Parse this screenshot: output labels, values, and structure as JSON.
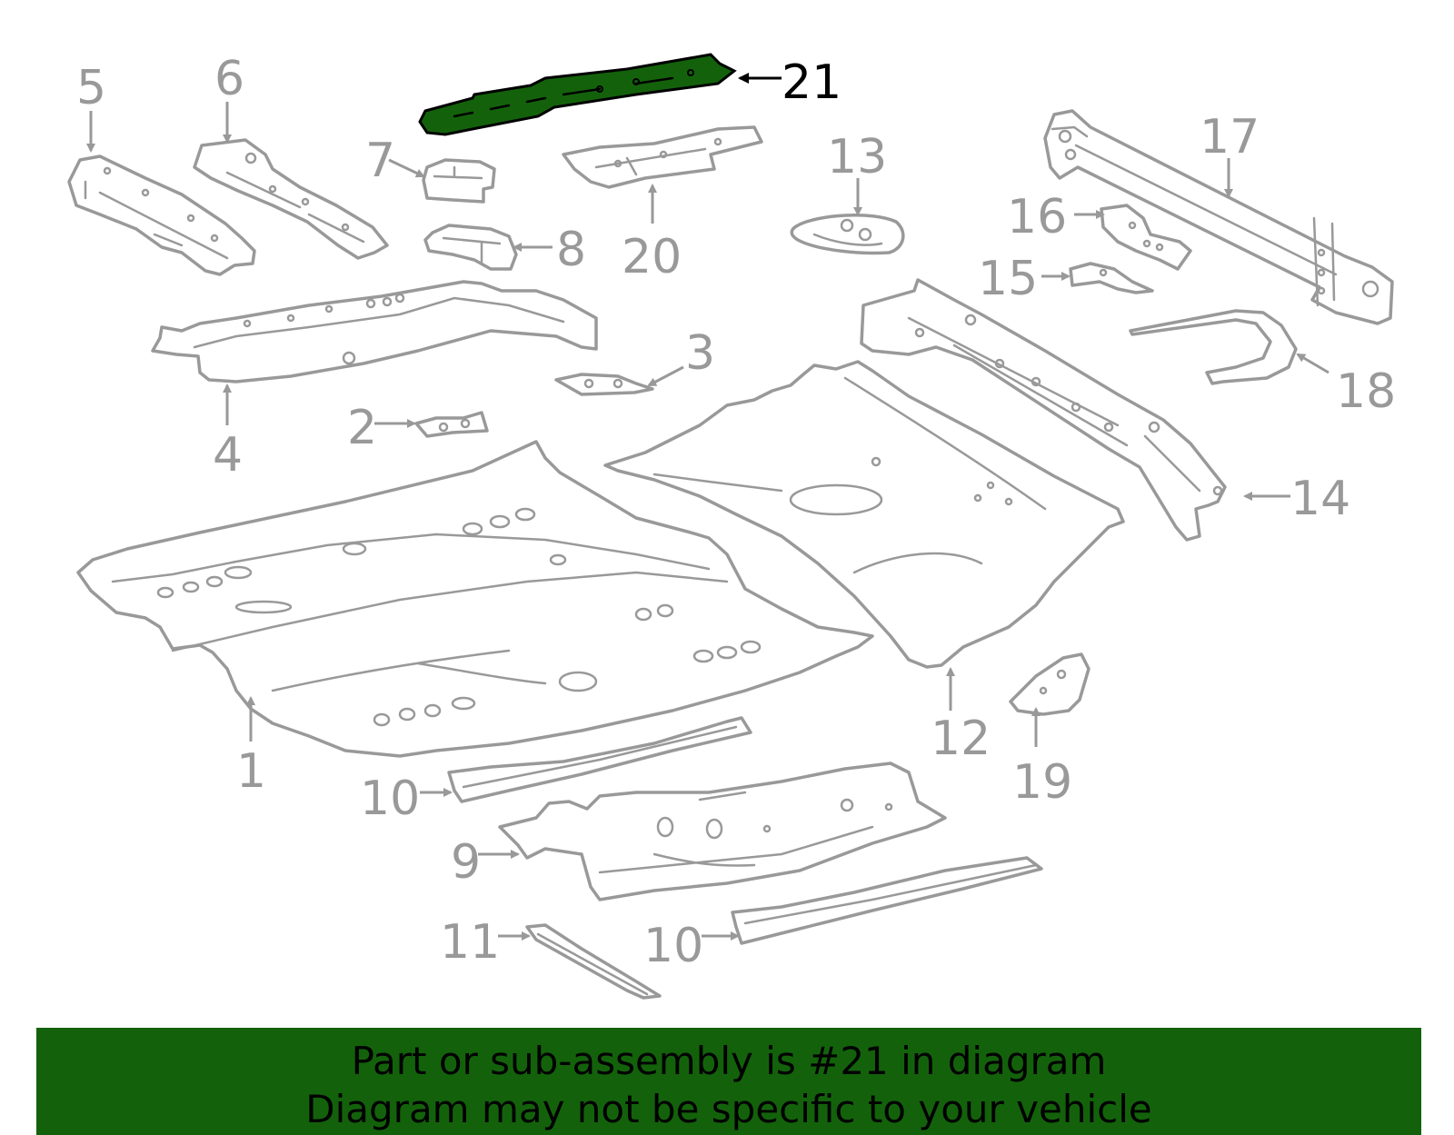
{
  "diagram": {
    "highlight_color": "#13620b",
    "part_stroke_color": "#999999",
    "highlighted_part": "21",
    "callouts": {
      "c1": "1",
      "c2": "2",
      "c3": "3",
      "c4": "4",
      "c5": "5",
      "c6": "6",
      "c7": "7",
      "c8": "8",
      "c9": "9",
      "c10a": "10",
      "c10b": "10",
      "c11": "11",
      "c12": "12",
      "c13": "13",
      "c14": "14",
      "c15": "15",
      "c16": "16",
      "c17": "17",
      "c18": "18",
      "c19": "19",
      "c20": "20",
      "c21": "21"
    }
  },
  "banner": {
    "line1": "Part or sub-assembly is #21 in diagram",
    "line2": "Diagram may not be specific to your vehicle",
    "background": "#13620b"
  }
}
